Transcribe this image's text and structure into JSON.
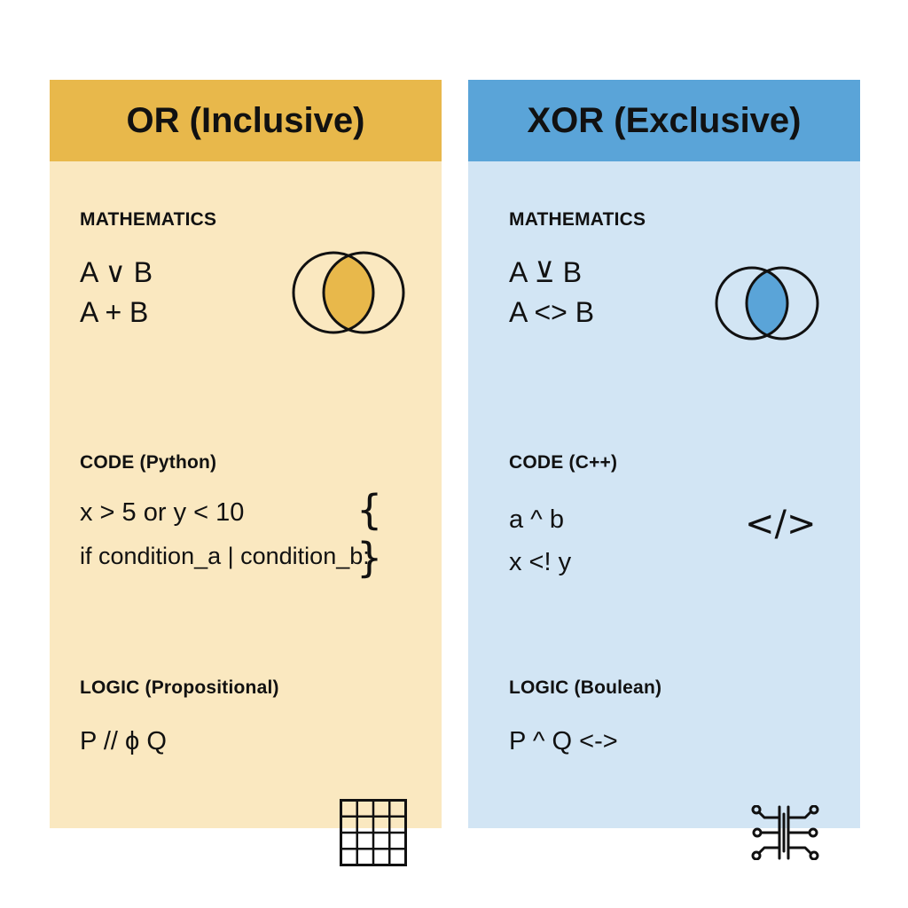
{
  "colors": {
    "or_header": "#E8B84B",
    "or_body": "#FAE8C0",
    "or_accent": "#E8B84B",
    "xor_header": "#5AA4D8",
    "xor_body": "#D2E5F4",
    "xor_accent": "#5AA4D8"
  },
  "or": {
    "title": "OR (Inclusive)",
    "math": {
      "label": "MATHEMATICS",
      "lines": [
        "A ∨ B",
        "A + B"
      ],
      "icon": "venn-diagram-icon"
    },
    "code": {
      "label": "CODE (Python)",
      "lines": [
        "x > 5 or y < 10",
        "if condition_a | condition_b:"
      ],
      "icon": "curly-braces-icon",
      "glyph": "{ }"
    },
    "logic": {
      "label": "LOGIC (Propositional)",
      "lines": [
        "P // ϕ Q"
      ],
      "icon": "truth-table-grid-icon"
    }
  },
  "xor": {
    "title": "XOR (Exclusive)",
    "math": {
      "label": "MATHEMATICS",
      "lines": [
        "A ⊻ B",
        "A <> B"
      ],
      "icon": "venn-diagram-icon"
    },
    "code": {
      "label": "CODE (C++)",
      "lines": [
        "a ^ b",
        "x <! y"
      ],
      "icon": "code-tag-icon",
      "glyph": "</>"
    },
    "logic": {
      "label": "LOGIC (Boulean)",
      "lines": [
        "P ^ Q <->"
      ],
      "icon": "circuit-icon"
    }
  }
}
